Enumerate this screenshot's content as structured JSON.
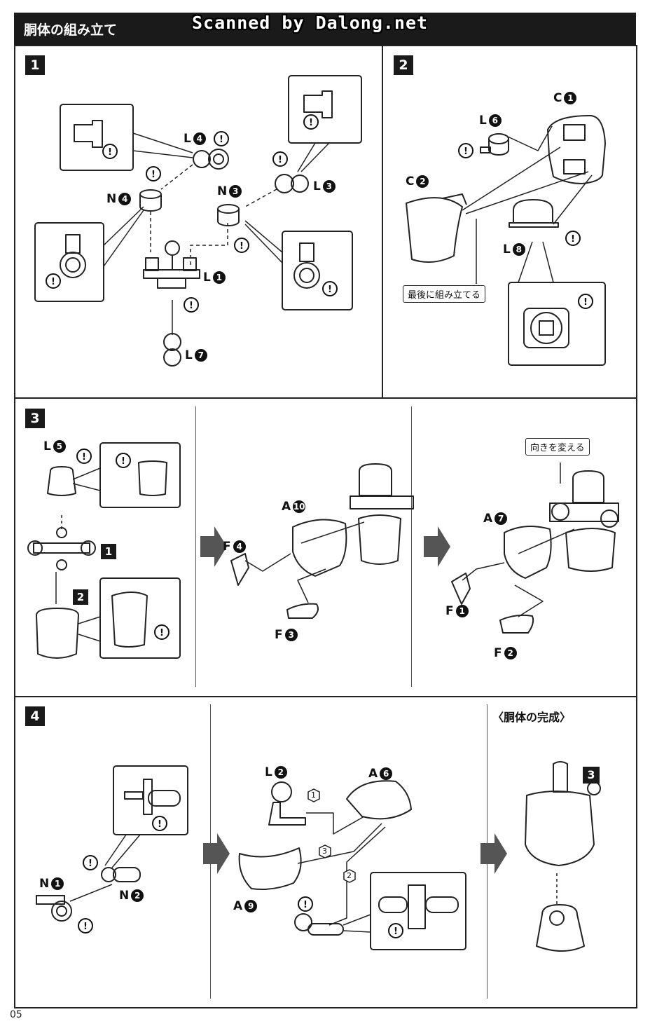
{
  "header": {
    "title": "胴体の組み立て",
    "watermark": "Scanned by Dalong.net"
  },
  "page_number": "05",
  "steps": [
    {
      "number": "1",
      "parts": [
        "L❹",
        "L❸",
        "N❹",
        "N❸",
        "L❶",
        "L❼"
      ]
    },
    {
      "number": "2",
      "parts": [
        "C❶",
        "L❻",
        "C❷",
        "L❽"
      ],
      "note": "最後に組み立てる"
    },
    {
      "number": "3",
      "parts": [
        "L❺",
        "A❿",
        "F❹",
        "F❸",
        "A❼",
        "F❶",
        "F❷"
      ],
      "note": "向きを変える",
      "sub_refs": [
        "1",
        "2"
      ]
    },
    {
      "number": "4",
      "parts": [
        "N❶",
        "N❷",
        "L❷",
        "A❻",
        "A❾"
      ],
      "order": [
        "1",
        "2",
        "3"
      ]
    }
  ],
  "complete": {
    "title": "〈胴体の完成〉",
    "ref": "3"
  },
  "labels": {
    "L4": "L",
    "L4n": "4",
    "L3": "L",
    "L3n": "3",
    "N4": "N",
    "N4n": "4",
    "N3": "N",
    "N3n": "3",
    "L1": "L",
    "L1n": "1",
    "L7": "L",
    "L7n": "7",
    "C1": "C",
    "C1n": "1",
    "L6": "L",
    "L6n": "6",
    "C2": "C",
    "C2n": "2",
    "L8": "L",
    "L8n": "8",
    "L5": "L",
    "L5n": "5",
    "A10": "A",
    "A10n": "10",
    "F4": "F",
    "F4n": "4",
    "F3": "F",
    "F3n": "3",
    "A7": "A",
    "A7n": "7",
    "F1": "F",
    "F1n": "1",
    "F2": "F",
    "F2n": "2",
    "N1": "N",
    "N1n": "1",
    "N2": "N",
    "N2n": "2",
    "L2": "L",
    "L2n": "2",
    "A6": "A",
    "A6n": "6",
    "A9": "A",
    "A9n": "9"
  }
}
